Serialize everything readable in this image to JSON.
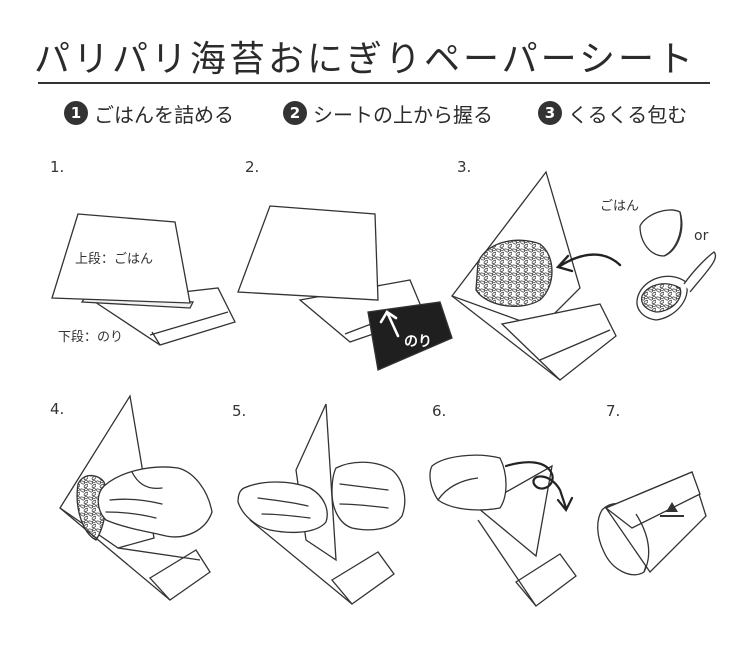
{
  "title": "パリパリ海苔おにぎりペーパーシート",
  "steps": [
    {
      "num": "1",
      "text": "ごはんを詰める"
    },
    {
      "num": "2",
      "text": "シートの上から握る"
    },
    {
      "num": "3",
      "text": "くるくる包む"
    }
  ],
  "panels": [
    "1.",
    "2.",
    "3.",
    "4.",
    "5.",
    "6.",
    "7."
  ],
  "labels": {
    "upper": "上段：ごはん",
    "lower": "下段：のり",
    "nori": "のり",
    "rice": "ごはん",
    "or": "or"
  }
}
